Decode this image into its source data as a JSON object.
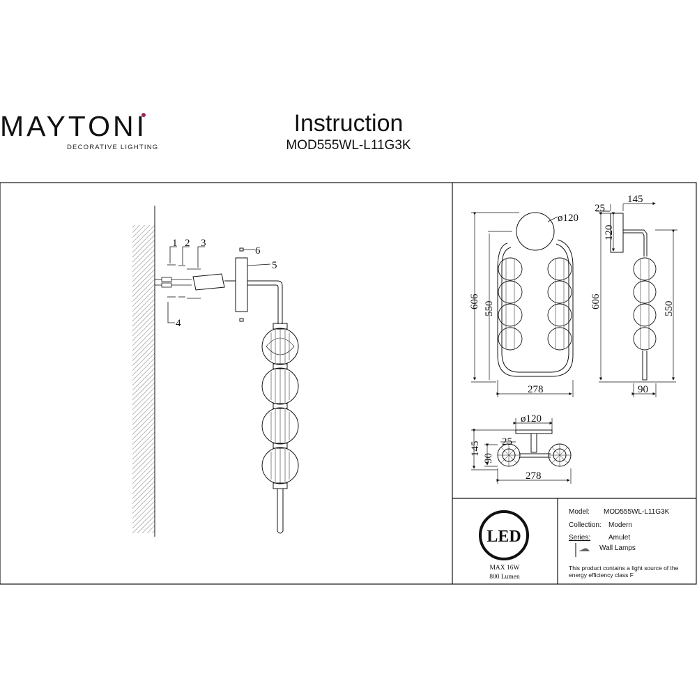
{
  "brand": {
    "name": "MAYTONI",
    "tagline": "DECORATIVE LIGHTING"
  },
  "header": {
    "title": "Instruction",
    "model_code": "MOD555WL-L11G3K"
  },
  "install_diagram": {
    "callouts": [
      "1",
      "2",
      "3",
      "4",
      "5",
      "6"
    ]
  },
  "front_view": {
    "dim_diameter": "ø120",
    "dim_total_height": "606",
    "dim_shade_height": "550",
    "dim_width": "278"
  },
  "side_view": {
    "dim_depth": "145",
    "dim_plate": "25",
    "dim_plate_height": "120",
    "dim_total_height": "606",
    "dim_shade_height": "550",
    "dim_shade_width": "90"
  },
  "top_view": {
    "dim_diameter": "ø120",
    "dim_depth": "145",
    "dim_plate": "25",
    "dim_shade": "90",
    "dim_width": "278"
  },
  "energy": {
    "badge": "LED",
    "max_power": "MAX 16W",
    "lumen": "800 Lumen"
  },
  "specs": {
    "model_label": "Model:",
    "model_value": "MOD555WL-L11G3K",
    "collection_label": "Collection:",
    "collection_value": "Modern",
    "series_label": "Series:",
    "series_value": "Amulet",
    "type_value": "Wall Lamps",
    "note_line1": "This product contains a light source of the",
    "note_line2": "energy efficiency class F"
  },
  "colors": {
    "line": "#111111",
    "brand_accent": "#a0245f"
  }
}
